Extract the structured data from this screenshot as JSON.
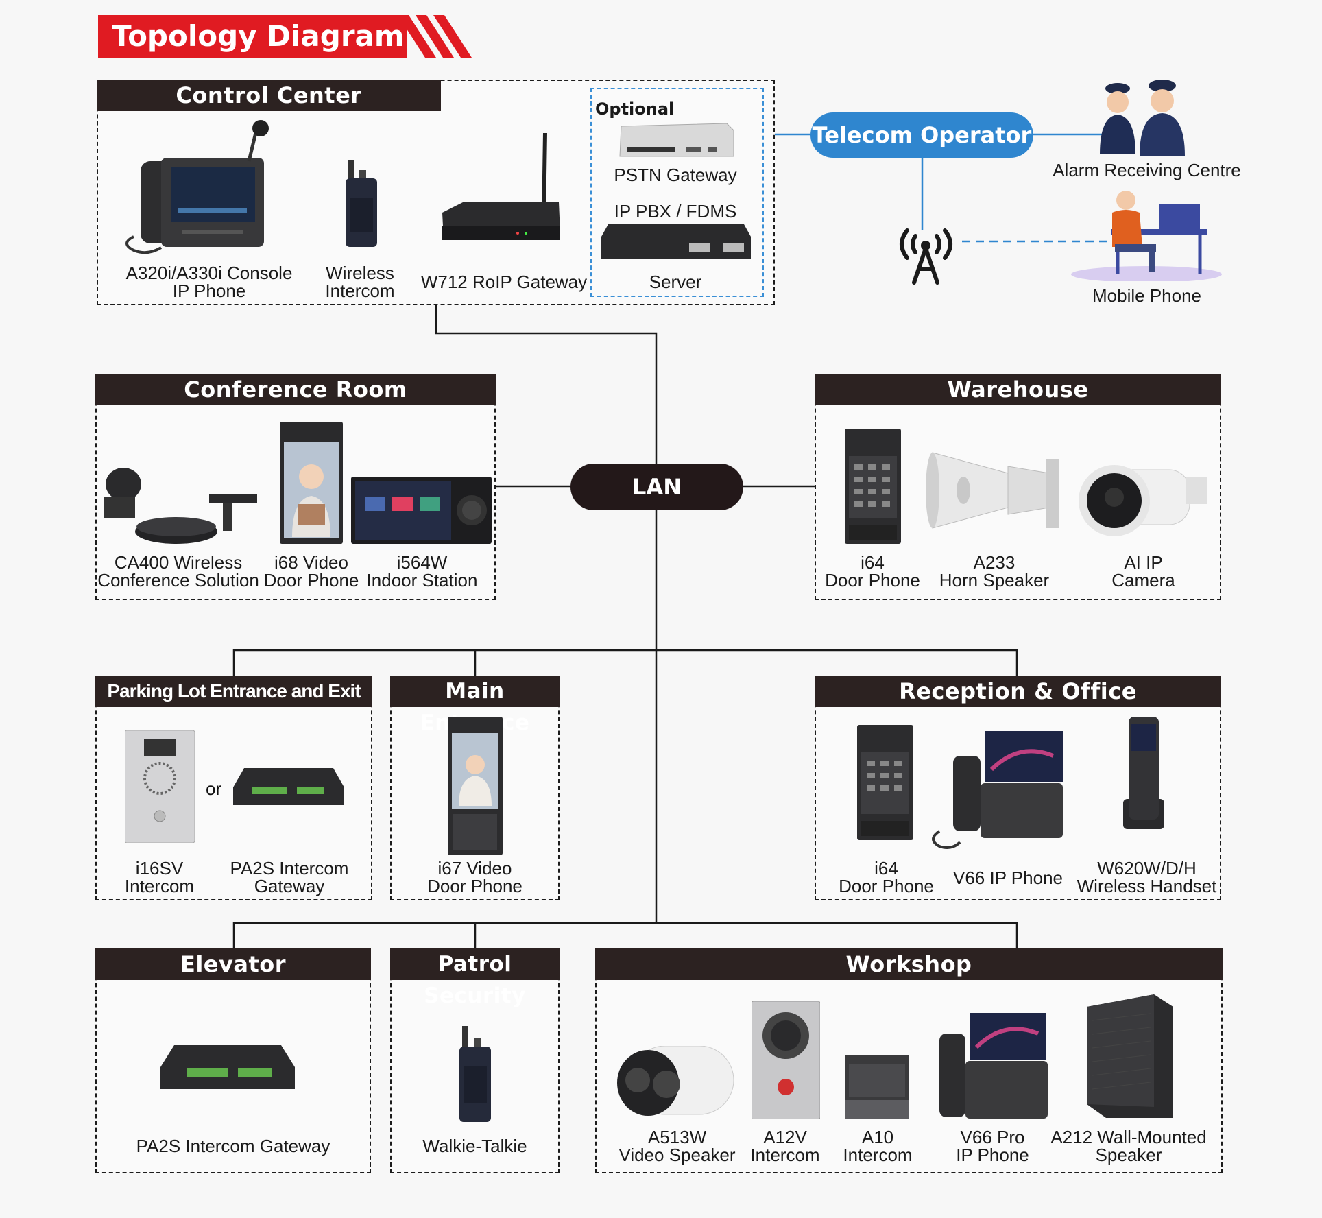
{
  "title": "Topology Diagram",
  "hub": "LAN",
  "telecom": {
    "label": "Telecom Operator",
    "alarm_centre": "Alarm Receiving Centre",
    "mobile_phone": "Mobile Phone"
  },
  "control_center": {
    "title": "Control Center",
    "devices": [
      {
        "line1": "A320i/A330i Console",
        "line2": "IP Phone"
      },
      {
        "line1": "Wireless",
        "line2": "Intercom"
      },
      {
        "line1": "W712 RoIP Gateway",
        "line2": ""
      }
    ],
    "optional": {
      "label": "Optional",
      "pstn": "PSTN Gateway",
      "pbx": "IP PBX / FDMS",
      "server": "Server"
    }
  },
  "conference_room": {
    "title": "Conference Room",
    "devices": [
      {
        "line1": "CA400 Wireless",
        "line2": "Conference Solution"
      },
      {
        "line1": "i68 Video",
        "line2": "Door Phone"
      },
      {
        "line1": "i564W",
        "line2": "Indoor Station"
      }
    ]
  },
  "warehouse": {
    "title": "Warehouse",
    "devices": [
      {
        "line1": "i64",
        "line2": "Door Phone"
      },
      {
        "line1": "A233",
        "line2": "Horn Speaker"
      },
      {
        "line1": "AI IP",
        "line2": "Camera"
      }
    ]
  },
  "parking": {
    "title": "Parking Lot Entrance and Exit",
    "or_text": "or",
    "devices": [
      {
        "line1": "i16SV",
        "line2": "Intercom"
      },
      {
        "line1": "PA2S Intercom",
        "line2": "Gateway"
      }
    ]
  },
  "main_entrance": {
    "title": "Main Entrance",
    "devices": [
      {
        "line1": "i67 Video",
        "line2": "Door Phone"
      }
    ]
  },
  "reception": {
    "title": "Reception & Office",
    "devices": [
      {
        "line1": "i64",
        "line2": "Door Phone"
      },
      {
        "line1": "V66 IP Phone",
        "line2": ""
      },
      {
        "line1": "W620W/D/H",
        "line2": "Wireless Handset"
      }
    ]
  },
  "elevator": {
    "title": "Elevator",
    "devices": [
      {
        "line1": "PA2S Intercom Gateway",
        "line2": ""
      }
    ]
  },
  "patrol": {
    "title": "Patrol Security",
    "devices": [
      {
        "line1": "Walkie-Talkie",
        "line2": ""
      }
    ]
  },
  "workshop": {
    "title": "Workshop",
    "devices": [
      {
        "line1": "A513W",
        "line2": "Video Speaker"
      },
      {
        "line1": "A12V",
        "line2": "Intercom"
      },
      {
        "line1": "A10",
        "line2": "Intercom"
      },
      {
        "line1": "V66 Pro",
        "line2": "IP Phone"
      },
      {
        "line1": "A212 Wall-Mounted",
        "line2": "Speaker"
      }
    ]
  },
  "colors": {
    "brand_red": "#e01b22",
    "header_dark": "#2c2221",
    "telecom_blue": "#2f86cf",
    "optional_border": "#3a8fd6"
  }
}
